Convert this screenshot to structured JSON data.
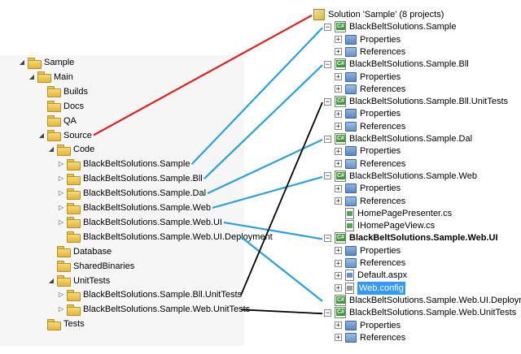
{
  "left_tree": [
    {
      "label": "Sample",
      "level": 0,
      "arrow": "open"
    },
    {
      "label": "Main",
      "level": 1,
      "arrow": "open"
    },
    {
      "label": "Builds",
      "level": 2,
      "arrow": "none"
    },
    {
      "label": "Docs",
      "level": 2,
      "arrow": "none"
    },
    {
      "label": "QA",
      "level": 2,
      "arrow": "none"
    },
    {
      "label": "Source",
      "level": 2,
      "arrow": "open"
    },
    {
      "label": "Code",
      "level": 3,
      "arrow": "open"
    },
    {
      "label": "BlackBeltSolutions.Sample",
      "level": 4,
      "arrow": "closed"
    },
    {
      "label": "BlackBeltSolutions.Sample.Bll",
      "level": 4,
      "arrow": "closed"
    },
    {
      "label": "BlackBeltSolutions.Sample.Dal",
      "level": 4,
      "arrow": "closed"
    },
    {
      "label": "BlackBeltSolutions.Sample.Web",
      "level": 4,
      "arrow": "closed"
    },
    {
      "label": "BlackBeltSolutions.Sample.Web.UI",
      "level": 4,
      "arrow": "closed"
    },
    {
      "label": "BlackBeltSolutions.Sample.Web.UI.Deployment",
      "level": 4,
      "arrow": "none"
    },
    {
      "label": "Database",
      "level": 3,
      "arrow": "none"
    },
    {
      "label": "SharedBinaries",
      "level": 3,
      "arrow": "none"
    },
    {
      "label": "UnitTests",
      "level": 3,
      "arrow": "open"
    },
    {
      "label": "BlackBeltSolutions.Sample.Bll.UnitTests",
      "level": 4,
      "arrow": "closed"
    },
    {
      "label": "BlackBeltSolutions.Sample.Web.UnitTests",
      "level": 4,
      "arrow": "closed"
    },
    {
      "label": "Tests",
      "level": 2,
      "arrow": "none"
    }
  ],
  "solution_explorer": [
    {
      "label": "Solution 'Sample' (8 projects)",
      "type": "solution",
      "level": 0
    },
    {
      "label": "BlackBeltSolutions.Sample",
      "type": "project",
      "level": 1,
      "expander": "−"
    },
    {
      "label": "Properties",
      "type": "properties",
      "level": 2,
      "expander": "+"
    },
    {
      "label": "References",
      "type": "references",
      "level": 2,
      "expander": "+"
    },
    {
      "label": "BlackBeltSolutions.Sample.Bll",
      "type": "project",
      "level": 1,
      "expander": "−"
    },
    {
      "label": "Properties",
      "type": "properties",
      "level": 2,
      "expander": "+"
    },
    {
      "label": "References",
      "type": "references",
      "level": 2,
      "expander": "+"
    },
    {
      "label": "BlackBeltSolutions.Sample.Bll.UnitTests",
      "type": "project",
      "level": 1,
      "expander": "−"
    },
    {
      "label": "Properties",
      "type": "properties",
      "level": 2,
      "expander": "+"
    },
    {
      "label": "References",
      "type": "references",
      "level": 2,
      "expander": "+"
    },
    {
      "label": "BlackBeltSolutions.Sample.Dal",
      "type": "project",
      "level": 1,
      "expander": "−"
    },
    {
      "label": "Properties",
      "type": "properties",
      "level": 2,
      "expander": "+"
    },
    {
      "label": "References",
      "type": "references",
      "level": 2,
      "expander": "+"
    },
    {
      "label": "BlackBeltSolutions.Sample.Web",
      "type": "project",
      "level": 1,
      "expander": "−"
    },
    {
      "label": "Properties",
      "type": "properties",
      "level": 2,
      "expander": "+"
    },
    {
      "label": "References",
      "type": "references",
      "level": 2,
      "expander": "+"
    },
    {
      "label": "HomePagePresenter.cs",
      "type": "cs",
      "level": 2,
      "expander": ""
    },
    {
      "label": "IHomePageView.cs",
      "type": "cs",
      "level": 2,
      "expander": ""
    },
    {
      "label": "BlackBeltSolutions.Sample.Web.UI",
      "type": "project",
      "level": 1,
      "expander": "−",
      "bold": true
    },
    {
      "label": "Properties",
      "type": "properties",
      "level": 2,
      "expander": "+"
    },
    {
      "label": "References",
      "type": "references",
      "level": 2,
      "expander": "+"
    },
    {
      "label": "Default.aspx",
      "type": "aspx",
      "level": 2,
      "expander": "+"
    },
    {
      "label": "Web.config",
      "type": "config",
      "level": 2,
      "expander": "+",
      "selected": true
    },
    {
      "label": "BlackBeltSolutions.Sample.Web.UI.Deployment",
      "type": "project",
      "level": 1,
      "expander": ""
    },
    {
      "label": "BlackBeltSolutions.Sample.Web.UnitTests",
      "type": "project",
      "level": 1,
      "expander": "−"
    },
    {
      "label": "Properties",
      "type": "properties",
      "level": 2,
      "expander": "+"
    },
    {
      "label": "References",
      "type": "references",
      "level": 2,
      "expander": "+"
    }
  ],
  "connectors": [
    {
      "from": 5,
      "to": 0,
      "color": "#e02020"
    },
    {
      "from": 7,
      "to": 1,
      "color": "#2aa0dc"
    },
    {
      "from": 8,
      "to": 4,
      "color": "#2aa0dc"
    },
    {
      "from": 9,
      "to": 10,
      "color": "#2aa0dc"
    },
    {
      "from": 10,
      "to": 13,
      "color": "#2aa0dc"
    },
    {
      "from": 11,
      "to": 18,
      "color": "#2aa0dc"
    },
    {
      "from": 12,
      "to": 23,
      "color": "#2aa0dc"
    },
    {
      "from": 16,
      "to": 7,
      "color": "#000000"
    },
    {
      "from": 17,
      "to": 24,
      "color": "#000000"
    }
  ]
}
